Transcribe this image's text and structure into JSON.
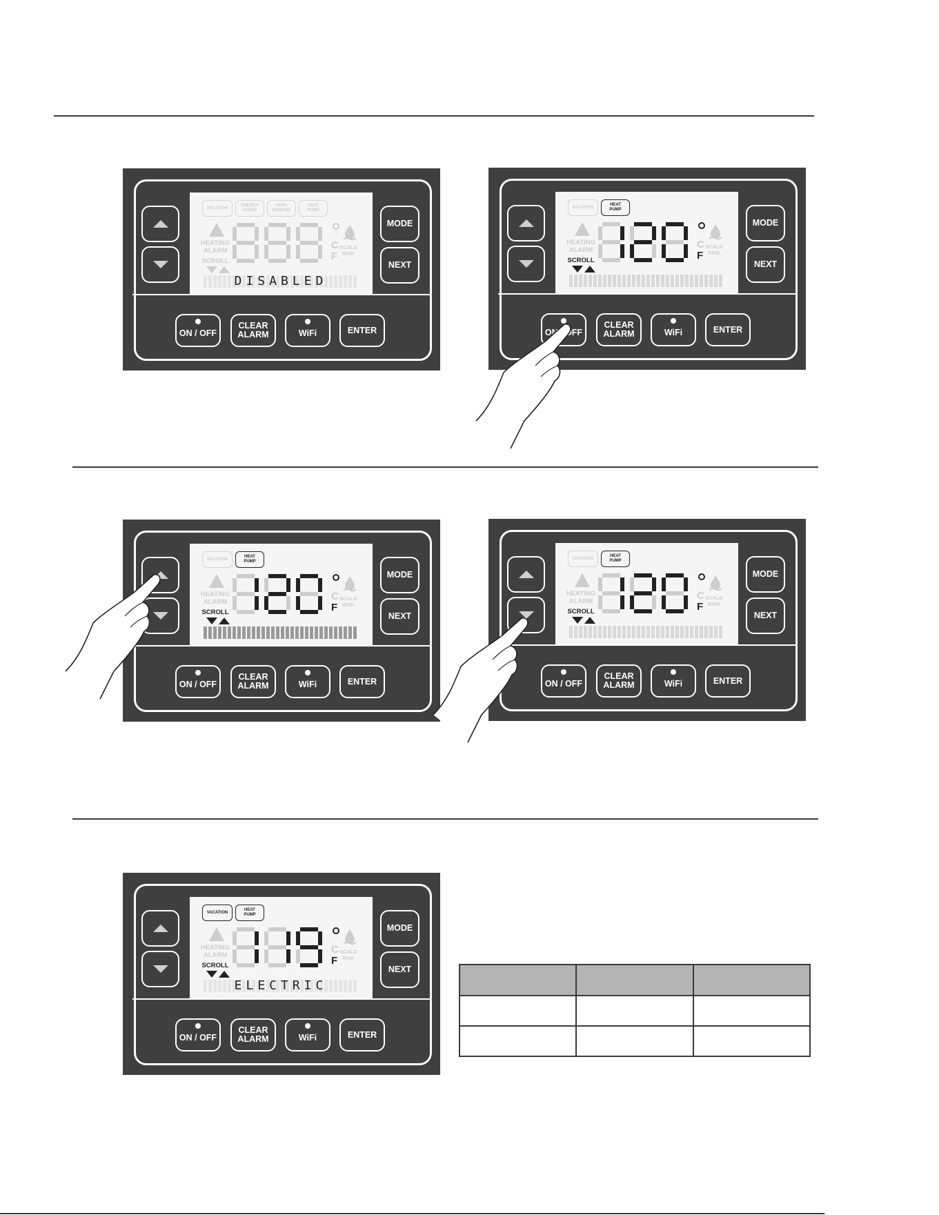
{
  "buttons": {
    "mode": "MODE",
    "next": "NEXT",
    "on_off": "ON / OFF",
    "clear_line1": "CLEAR",
    "clear_line2": "ALARM",
    "wifi": "WiFi",
    "enter": "ENTER"
  },
  "icons": {
    "up": "up-arrow-icon",
    "down": "down-arrow-icon",
    "warning": "warning-icon",
    "scald": "scald-risk-icon",
    "finger": "pointing-hand-icon"
  },
  "lcd_labels": {
    "vacation": "VACATION",
    "energy_saver_1": "ENERGY",
    "energy_saver_2": "SAVER",
    "high_demand_1": "HIGH",
    "high_demand_2": "DEMAND",
    "heat_pump_1": "HEAT",
    "heat_pump_2": "PUMP",
    "heating": "HEATING",
    "alarm": "ALARM",
    "scroll": "SCROLL",
    "scald": "SCALD",
    "risk": "RISK",
    "celsius": "C",
    "fahrenheit": "F"
  },
  "screens": [
    {
      "temperature": "",
      "message": "DISABLED"
    },
    {
      "temperature": "120",
      "message": ""
    },
    {
      "temperature": "120",
      "message": ""
    },
    {
      "temperature": "120",
      "message": ""
    },
    {
      "temperature": "119",
      "message": "ELECTRIC"
    }
  ],
  "colors": {
    "panel": "#3f3f3f",
    "lcd_background": "#f5f5f5",
    "segment_on": "#222222",
    "segment_off": "#cdcdcd",
    "table_header": "#b4b4b4"
  },
  "table": {
    "columns": [
      "",
      "",
      ""
    ],
    "rows": [
      [
        "",
        "",
        ""
      ],
      [
        "",
        "",
        ""
      ]
    ]
  }
}
